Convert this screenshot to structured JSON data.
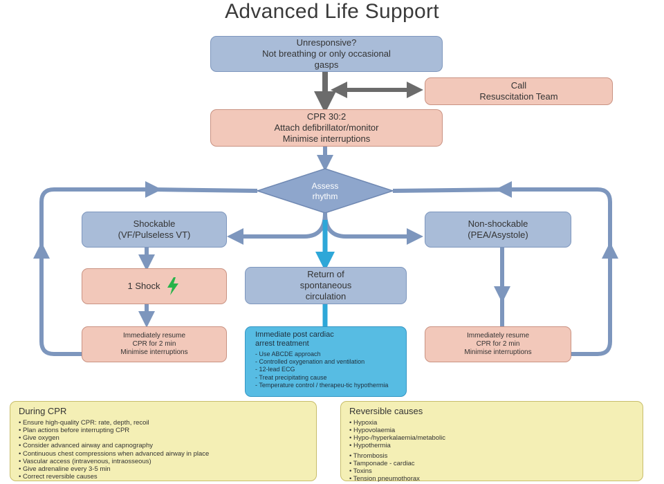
{
  "title": "Advanced Life Support",
  "colors": {
    "blue_box": "#a9bcd8",
    "pink_box": "#f2c8ba",
    "cyan_box": "#57bce3",
    "yellow_box": "#f4efb5",
    "arrow_blue": "#7d96bd",
    "arrow_grey": "#6b6b6b",
    "arrow_cyan": "#2ea7d8",
    "shock_icon": "#27b34a"
  },
  "boxes": {
    "unresponsive": [
      "Unresponsive?",
      "Not breathing or only occasional",
      "gasps"
    ],
    "call": [
      "Call",
      "Resuscitation Team"
    ],
    "cpr": [
      "CPR 30:2",
      "Attach defibrillator/monitor",
      "Minimise interruptions"
    ],
    "assess": [
      "Assess",
      "rhythm"
    ],
    "shockable": [
      "Shockable",
      "(VF/Pulseless VT)"
    ],
    "nonshockable": [
      "Non-shockable",
      "(PEA/Asystole)"
    ],
    "shock": {
      "label": "1 Shock",
      "icon": "lightning-bolt-icon"
    },
    "rosc": [
      "Return of",
      "spontaneous",
      "circulation"
    ],
    "resume_left": [
      "Immediately resume",
      "CPR for 2 min",
      "Minimise interruptions"
    ],
    "resume_right": [
      "Immediately resume",
      "CPR for 2 min",
      "Minimise interruptions"
    ],
    "post_arrest": {
      "heading": [
        "Immediate post cardiac",
        "arrest treatment"
      ],
      "items": [
        "Use ABCDE approach",
        "Controlled oxygenation and ventilation",
        "12-lead ECG",
        "Treat precipitating cause",
        "Temperature control / therapeu-tic hypothermia"
      ]
    },
    "during_cpr": {
      "heading": "During CPR",
      "items": [
        "Ensure high-quality CPR: rate, depth, recoil",
        "Plan actions before interrupting CPR",
        "Give oxygen",
        "Consider advanced airway and capnography",
        "Continuous chest compressions when advanced airway in place",
        "Vascular access (intravenous, intraosseous)",
        "Give adrenaline every 3-5 min",
        "Correct reversible causes"
      ]
    },
    "reversible": {
      "heading": "Reversible causes",
      "items": [
        "Hypoxia",
        "Hypovolaemia",
        "Hypo-/hyperkalaemia/metabolic",
        "Hypothermia",
        "Thrombosis",
        "Tamponade - cardiac",
        "Toxins",
        "Tension pneumothorax"
      ]
    }
  }
}
